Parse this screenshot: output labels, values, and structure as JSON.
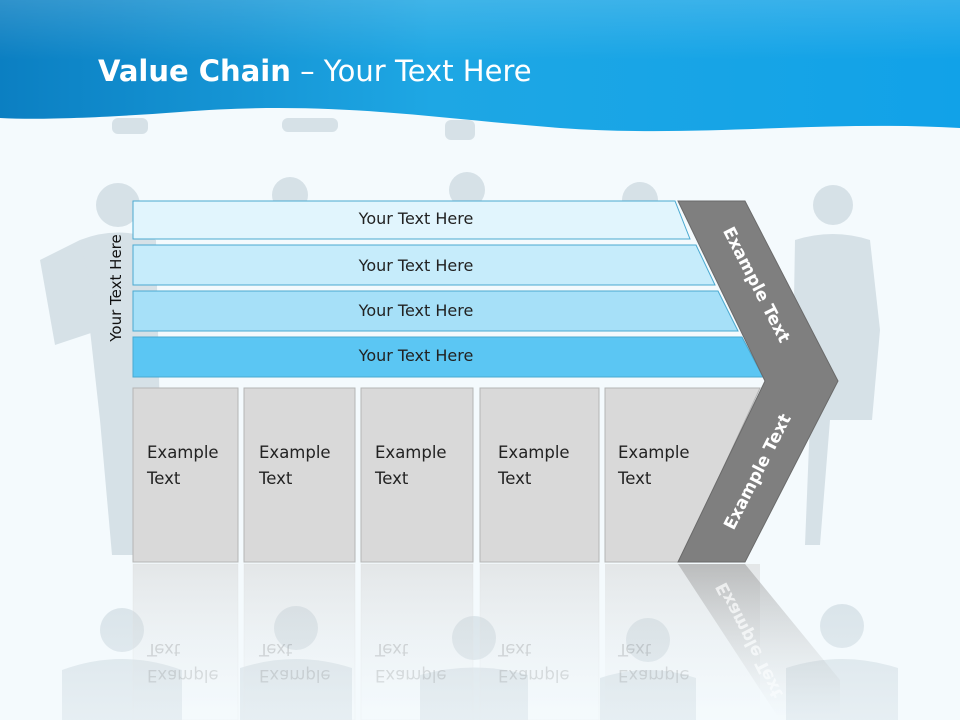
{
  "title": {
    "bold": "Value Chain",
    "rest": " – Your Text Here"
  },
  "vertical_label": "Your Text Here",
  "bars": [
    {
      "label": "Your Text Here",
      "color": "#e1f5fd"
    },
    {
      "label": "Your Text Here",
      "color": "#c6ecfb"
    },
    {
      "label": "Your Text Here",
      "color": "#a6e0f8"
    },
    {
      "label": "Your Text Here",
      "color": "#5bc6f3"
    }
  ],
  "boxes": [
    {
      "line1": "Example",
      "line2": "Text"
    },
    {
      "line1": "Example",
      "line2": "Text"
    },
    {
      "line1": "Example",
      "line2": "Text"
    },
    {
      "line1": "Example",
      "line2": "Text"
    },
    {
      "line1": "Example",
      "line2": "Text"
    }
  ],
  "chevron": {
    "upper": "Example Text",
    "lower": "Example Text",
    "color": "#7f7f7f"
  },
  "colors": {
    "header": "#1aa3e0",
    "header_dark": "#0a7fc0",
    "box_fill": "#d9d9d9"
  }
}
